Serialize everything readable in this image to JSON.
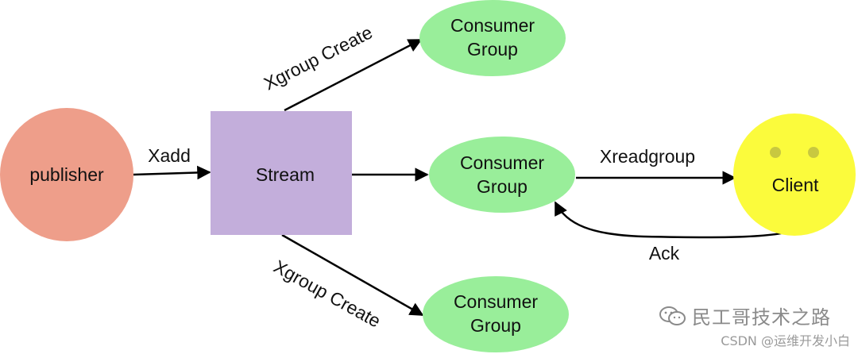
{
  "nodes": {
    "publisher": {
      "label": "publisher",
      "color": "#ee9e8a"
    },
    "stream": {
      "label": "Stream",
      "color": "#c3aedb"
    },
    "consumer_top": {
      "line1": "Consumer",
      "line2": "Group",
      "color": "#99ee9a"
    },
    "consumer_mid": {
      "line1": "Consumer",
      "line2": "Group",
      "color": "#99ee9a"
    },
    "consumer_bottom": {
      "line1": "Consumer",
      "line2": "Group",
      "color": "#99ee9a"
    },
    "client": {
      "label": "Client",
      "color": "#fbfb3c",
      "eye_color": "#c8c840"
    }
  },
  "edges": {
    "xadd": "Xadd",
    "xgroup_create_top": "Xgroup Create",
    "xgroup_create_bottom": "Xgroup Create",
    "xreadgroup": "Xreadgroup",
    "ack": "Ack"
  },
  "watermark": {
    "brand": "民工哥技术之路",
    "source": "CSDN @运维开发小白"
  }
}
